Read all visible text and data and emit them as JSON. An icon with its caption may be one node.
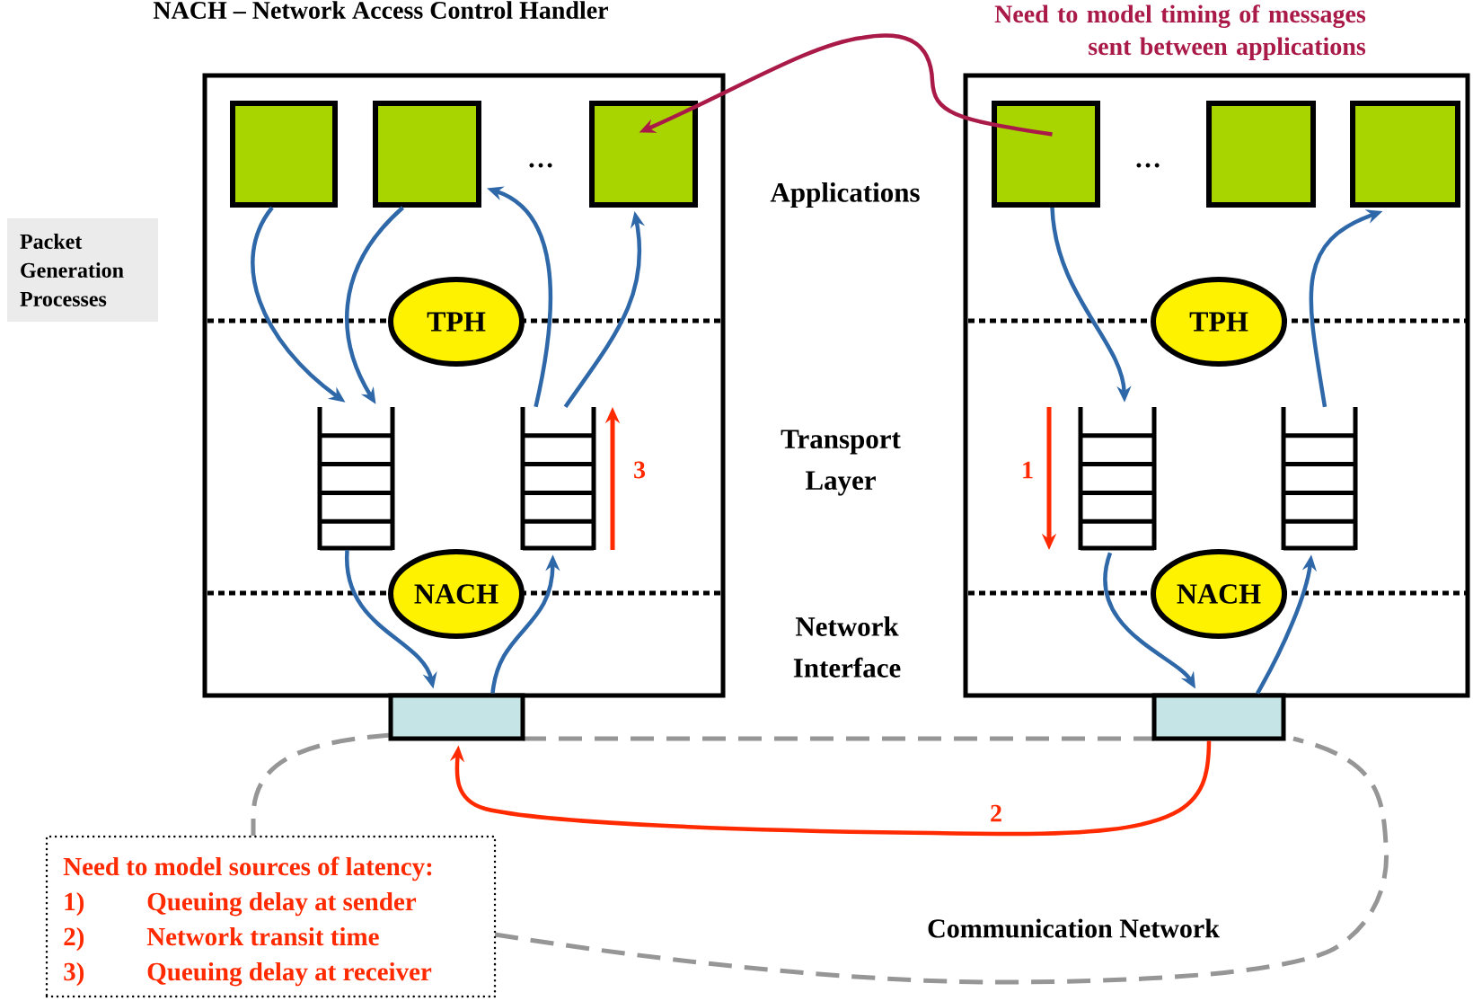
{
  "diagram": {
    "nodes": [
      {
        "text": [],
        "shape": "box"
      },
      {
        "text": [],
        "shape": "box",
        "in": 0
      },
      {
        "text": [],
        "shape": "box",
        "in": 0
      },
      {
        "text": [],
        "shape": "box",
        "in": 0
      },
      {
        "text": [
          "TPH"
        ],
        "in": 0
      },
      {
        "text": [],
        "shape": "queue",
        "in": 0
      },
      {
        "text": [],
        "shape": "queue",
        "in": 0
      },
      {
        "text": [
          "NACH"
        ],
        "in": 0
      },
      {
        "text": [],
        "shape": "box"
      },
      {
        "text": [],
        "shape": "box",
        "in": 8
      },
      {
        "text": [],
        "shape": "box",
        "in": 8
      },
      {
        "text": [],
        "shape": "box",
        "in": 8
      },
      {
        "text": [
          "TPH"
        ],
        "in": 8
      },
      {
        "text": [],
        "shape": "queue",
        "in": 8
      },
      {
        "text": [],
        "shape": "queue",
        "in": 8
      },
      {
        "text": [
          "NACH"
        ],
        "in": 8
      },
      {
        "text": [],
        "shape": "box"
      },
      {
        "text": [],
        "shape": "box"
      },
      {
        "text": [
          "Packet Generation Processes"
        ]
      },
      {
        "text": [
          "Communication Network"
        ]
      },
      {
        "text": [
          "Need to model sources of latency:",
          "1)",
          "Queuing delay at sender",
          "2)",
          "Network transit time",
          "3)",
          "Queuing delay at receiver"
        ]
      }
    ],
    "edges": [
      {
        "from": 1,
        "to": 5,
        "arrow": "to"
      },
      {
        "from": 2,
        "to": 5,
        "arrow": "to"
      },
      {
        "from": 6,
        "to": 2,
        "arrow": "to"
      },
      {
        "from": 6,
        "to": 3,
        "arrow": "to"
      },
      {
        "from": 5,
        "to": 16,
        "arrow": "to"
      },
      {
        "from": 16,
        "to": 6,
        "arrow": "to"
      },
      {
        "from": 9,
        "to": 13,
        "arrow": "to"
      },
      {
        "from": 14,
        "to": 11,
        "arrow": "to"
      },
      {
        "from": 13,
        "to": 17,
        "arrow": "to"
      },
      {
        "from": 17,
        "to": 14,
        "arrow": "to"
      },
      {
        "from": 9,
        "to": 3,
        "arrow": "to",
        "color": "#aa1a48"
      },
      {
        "from": 17,
        "to": 16,
        "arrow": "to",
        "color": "#ff2a00",
        "label": "2"
      }
    ],
    "labels": [
      "NACH – Network Access Control Handler",
      "Need to model timing of messages sent between applications",
      "…",
      "…",
      "Applications",
      "Transport Layer",
      "Network Interface",
      "3",
      "1"
    ]
  }
}
